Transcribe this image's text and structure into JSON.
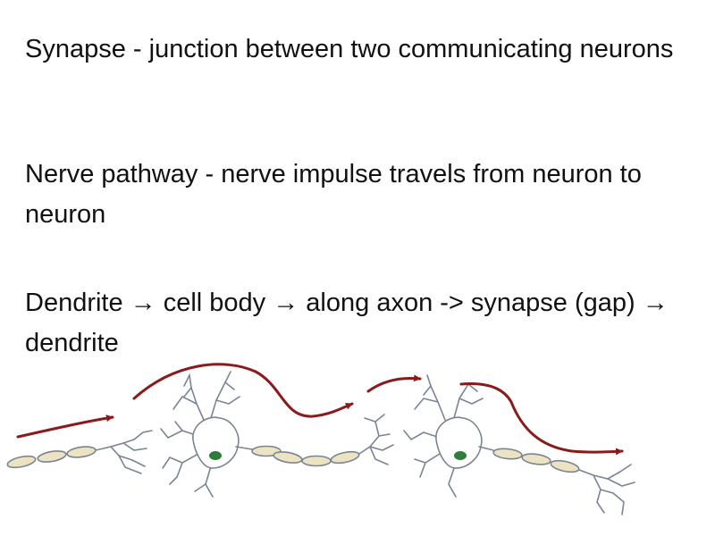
{
  "definitions": [
    {
      "text": "Synapse - junction between two communicating neurons"
    },
    {
      "text": "Nerve pathway - nerve impulse travels from neuron to neuron"
    },
    {
      "text": "Dendrite  → cell body  → along axon -> synapse (gap) → dendrite"
    }
  ],
  "colors": {
    "arrow": "#8b1a1a",
    "neuron_outline": "#7a8594",
    "axon_fill": "#ece3c2",
    "nucleus": "#2f7d3a"
  }
}
